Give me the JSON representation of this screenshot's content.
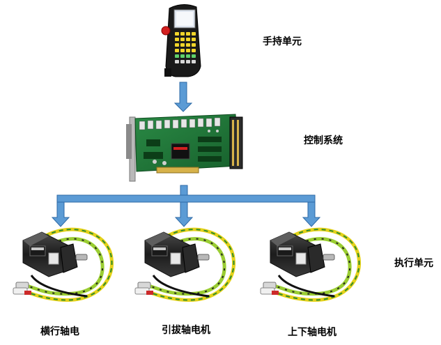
{
  "labels": {
    "handheld": "手持单元",
    "control": "控制系统",
    "execution": "执行单元",
    "motor_horizontal": "横行轴电",
    "motor_pull": "引拔轴电机",
    "motor_vertical": "上下轴电机"
  },
  "colors": {
    "arrow_fill": "#5b9bd5",
    "arrow_stroke": "#2e6aa6",
    "pcb_green": "#1f7a3a",
    "pendant_body": "#1a1a1a",
    "cable_yellow": "#e5d21a",
    "cable_green": "#2e8b2e"
  },
  "icons": {
    "pendant": "handheld-pendant-icon",
    "board": "control-card-icon",
    "motor": "servo-motor-icon"
  }
}
